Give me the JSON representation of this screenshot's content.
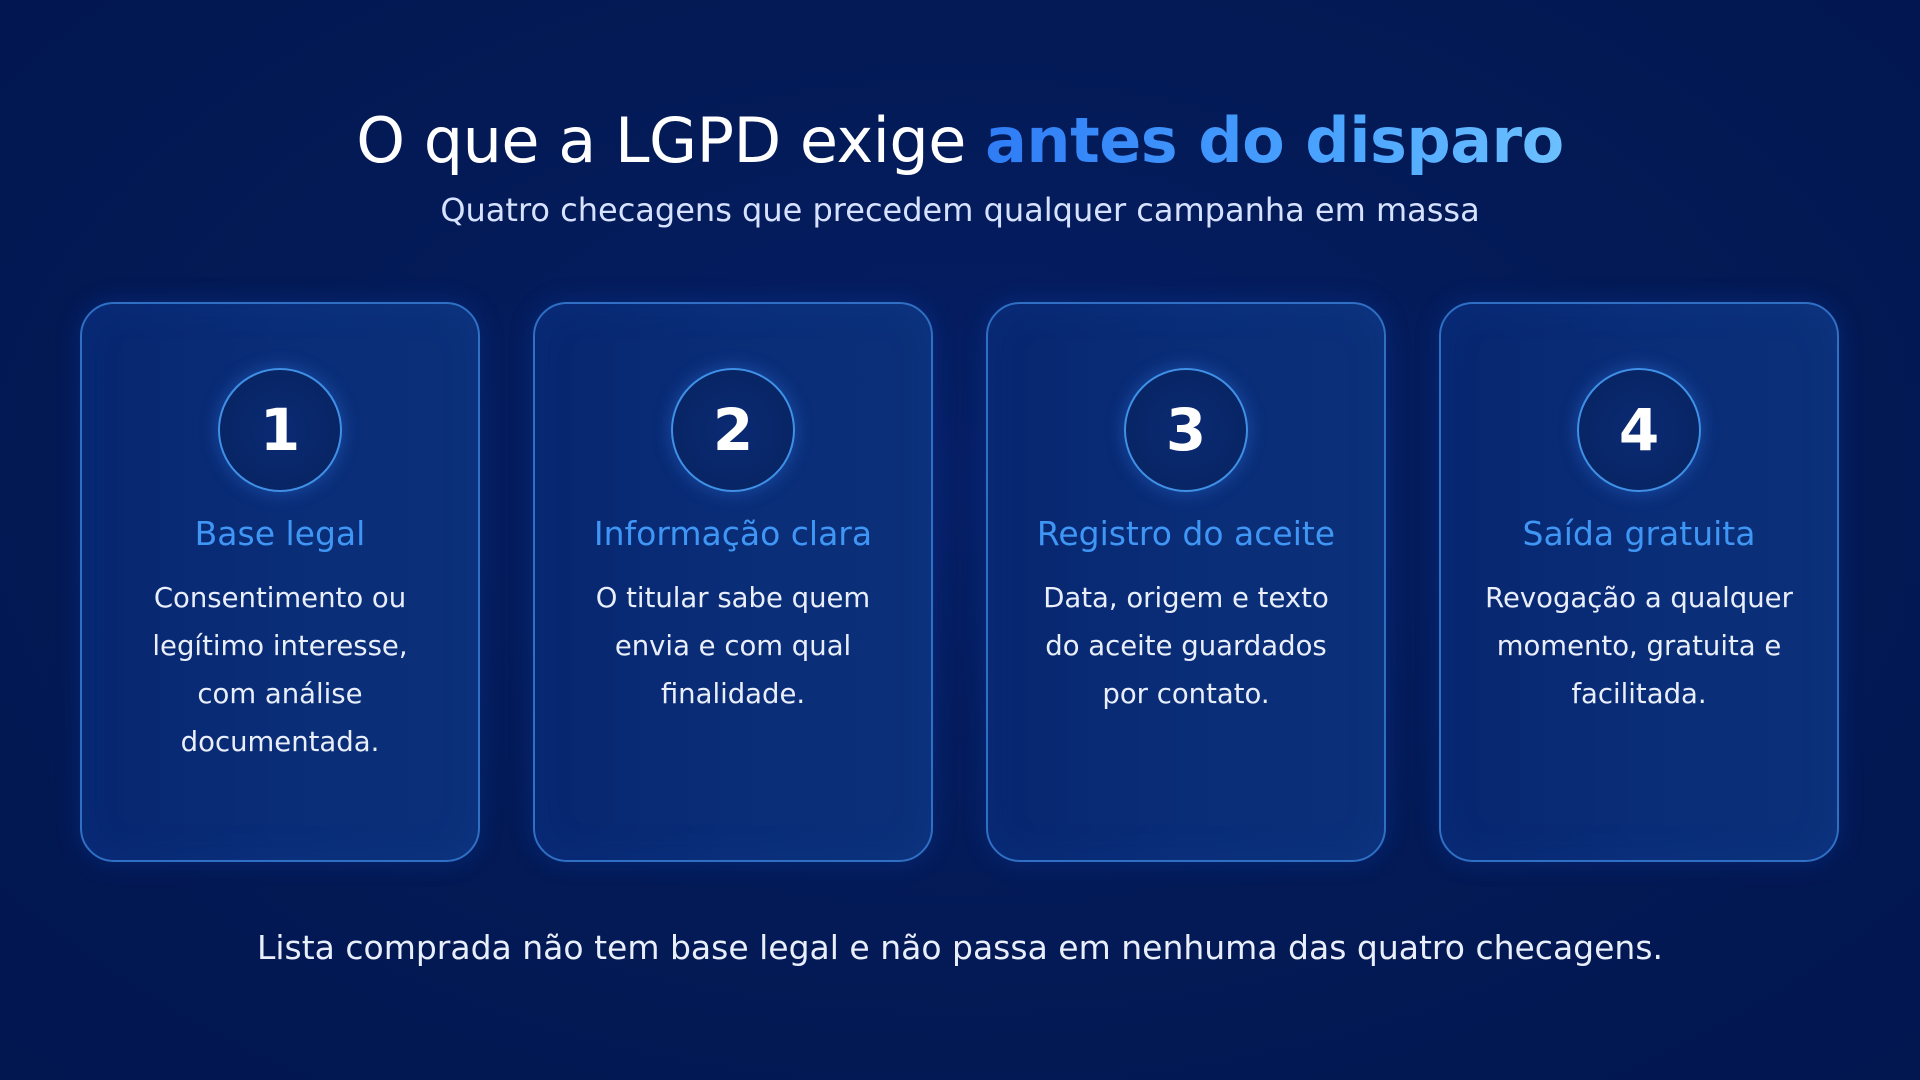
{
  "header": {
    "title_main": "O que a LGPD exige ",
    "title_accent": "antes do disparo",
    "subtitle": "Quatro checagens que precedem qualquer campanha em massa"
  },
  "cards": [
    {
      "number": "1",
      "title": "Base legal",
      "text": "Consentimento ou legítimo interesse, com análise documentada."
    },
    {
      "number": "2",
      "title": "Informação clara",
      "text": "O titular sabe quem envia e com qual finalidade."
    },
    {
      "number": "3",
      "title": "Registro do aceite",
      "text": "Data, origem e texto do aceite guardados por contato."
    },
    {
      "number": "4",
      "title": "Saída gratuita",
      "text": "Revogação a qualquer momento, gratuita e facilitada."
    }
  ],
  "footer": {
    "note": "Lista comprada não tem base legal e não passa em nenhuma das quatro checagens."
  },
  "colors": {
    "background": "#031a56",
    "accent": "#3f96f5",
    "card_border": "#2f6fc4"
  }
}
